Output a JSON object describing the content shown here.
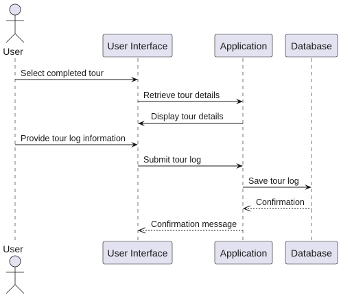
{
  "diagram": {
    "colors": {
      "box_fill": "#E2E2F0",
      "box_stroke": "#181818",
      "lifeline": "#181818",
      "text": "#181818",
      "background": "#FFFFFF"
    },
    "participants": [
      {
        "id": "user",
        "label": "User",
        "kind": "actor"
      },
      {
        "id": "ui",
        "label": "User Interface",
        "kind": "participant"
      },
      {
        "id": "app",
        "label": "Application",
        "kind": "participant"
      },
      {
        "id": "db",
        "label": "Database",
        "kind": "participant"
      }
    ],
    "messages": [
      {
        "from": "user",
        "to": "ui",
        "label": "Select completed tour",
        "style": "solid"
      },
      {
        "from": "ui",
        "to": "app",
        "label": "Retrieve tour details",
        "style": "solid"
      },
      {
        "from": "app",
        "to": "ui",
        "label": "Display tour details",
        "style": "solid"
      },
      {
        "from": "user",
        "to": "ui",
        "label": "Provide tour log information",
        "style": "solid"
      },
      {
        "from": "ui",
        "to": "app",
        "label": "Submit tour log",
        "style": "solid"
      },
      {
        "from": "app",
        "to": "db",
        "label": "Save tour log",
        "style": "solid"
      },
      {
        "from": "db",
        "to": "app",
        "label": "Confirmation",
        "style": "dashed"
      },
      {
        "from": "app",
        "to": "ui",
        "label": "Confirmation message",
        "style": "dashed"
      }
    ]
  }
}
